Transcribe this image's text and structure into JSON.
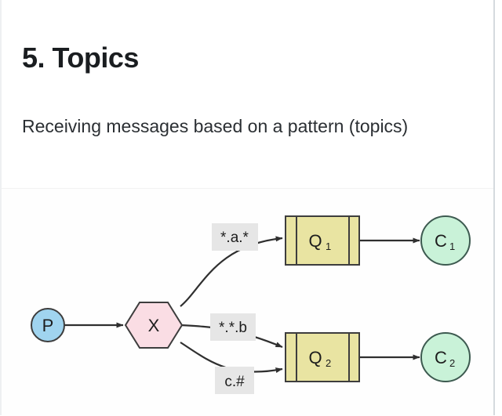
{
  "slide": {
    "title": "5. Topics",
    "subtitle": "Receiving messages based on a pattern (topics)"
  },
  "diagram": {
    "type": "rabbitmq-topic-exchange-flow",
    "nodes": [
      {
        "id": "P",
        "label": "P",
        "sub": "",
        "shape": "circle",
        "fill": "#a0d4ef",
        "stroke": "#3d3d3d"
      },
      {
        "id": "X",
        "label": "X",
        "sub": "",
        "shape": "hexagon",
        "fill": "#fadde4",
        "stroke": "#3d3d3d"
      },
      {
        "id": "Q1",
        "label": "Q",
        "sub": "1",
        "shape": "queue",
        "fill": "#e9e4a2",
        "stroke": "#3d3d3d"
      },
      {
        "id": "Q2",
        "label": "Q",
        "sub": "2",
        "shape": "queue",
        "fill": "#e9e4a2",
        "stroke": "#3d3d3d"
      },
      {
        "id": "C1",
        "label": "C",
        "sub": "1",
        "shape": "circle",
        "fill": "#c9f2d8",
        "stroke": "#3d5a50"
      },
      {
        "id": "C2",
        "label": "C",
        "sub": "2",
        "shape": "circle",
        "fill": "#c9f2d8",
        "stroke": "#3d5a50"
      }
    ],
    "edges": [
      {
        "from": "P",
        "to": "X",
        "label": ""
      },
      {
        "from": "X",
        "to": "Q1",
        "label": "*.a.*"
      },
      {
        "from": "X",
        "to": "Q2",
        "label": "*.*.b"
      },
      {
        "from": "X",
        "to": "Q2",
        "label": "c.#"
      },
      {
        "from": "Q1",
        "to": "C1",
        "label": ""
      },
      {
        "from": "Q2",
        "to": "C2",
        "label": ""
      }
    ],
    "edge_label_background": "#e6e6e6",
    "line_color": "#2f2f2f"
  }
}
